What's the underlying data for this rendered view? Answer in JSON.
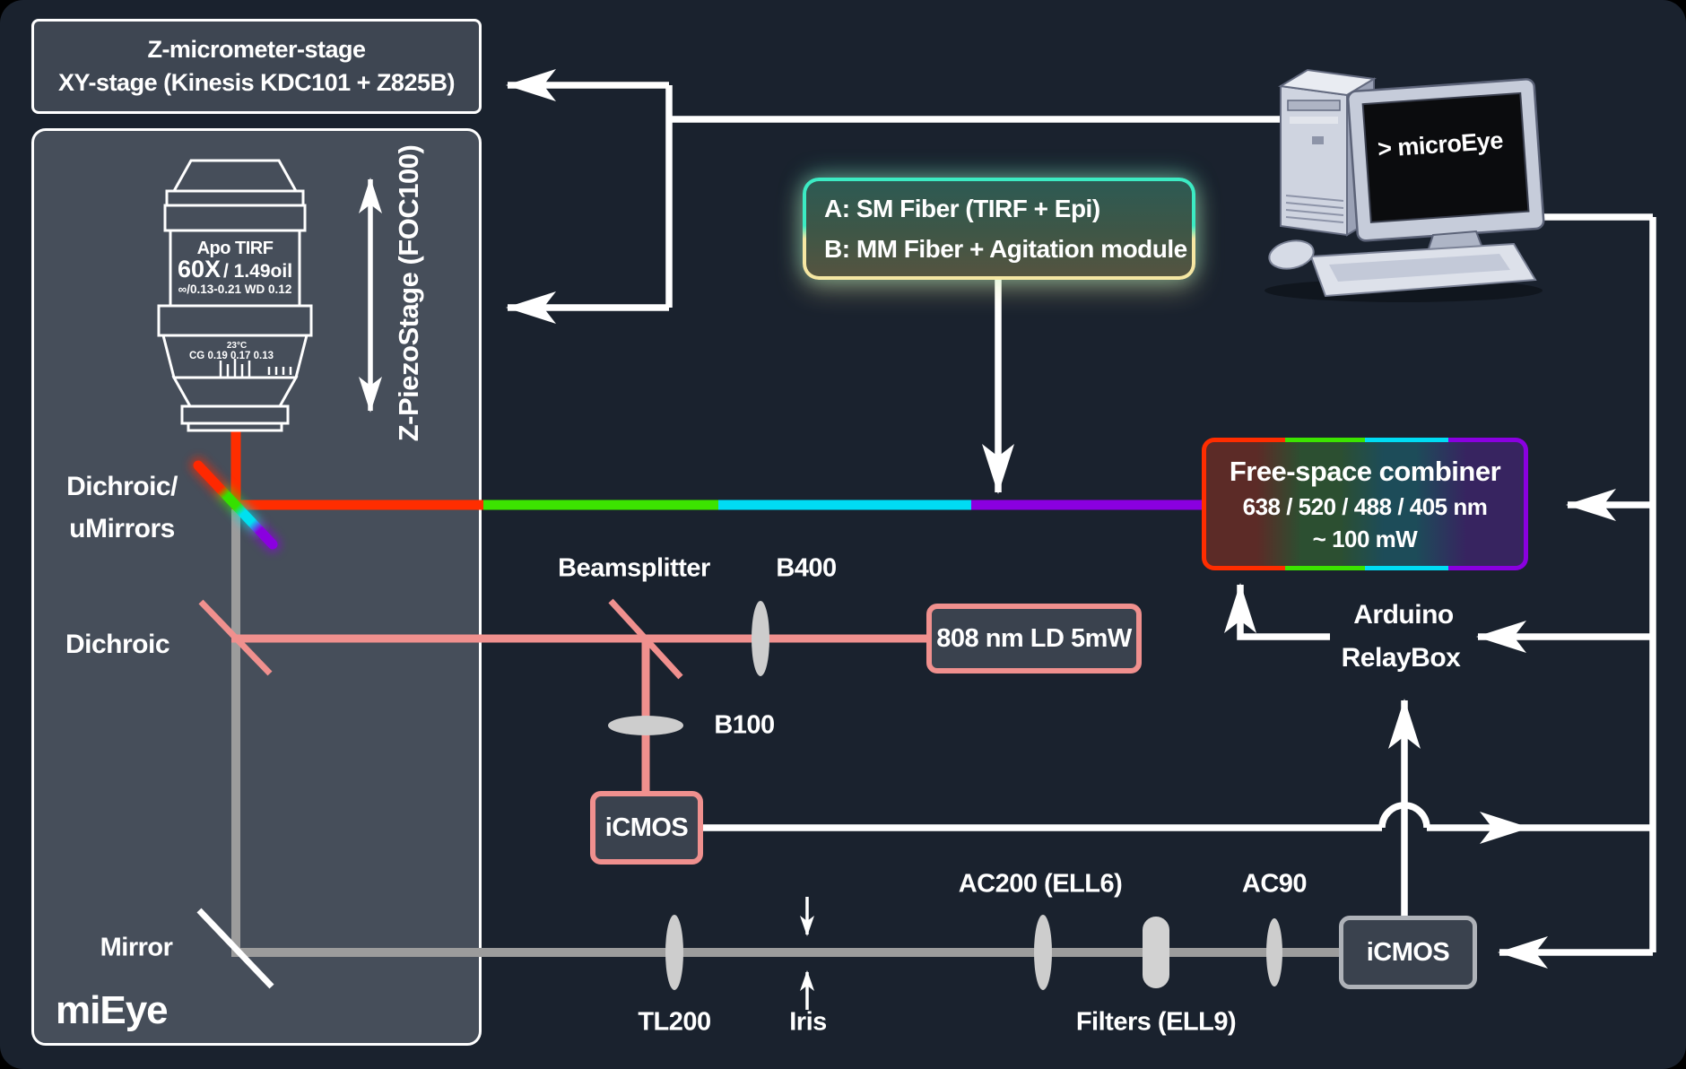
{
  "colors": {
    "red": "#ff2d00",
    "green": "#3ce400",
    "cyan": "#00dcf4",
    "purple": "#8a00e0",
    "pink": "#f0908e",
    "beam_gray": "#9c9c9c",
    "panel": "#464e5a",
    "background": "#1a222e"
  },
  "stage_box": {
    "line1": "Z-micrometer-stage",
    "line2": "XY-stage (Kinesis KDC101 + Z825B)"
  },
  "mieye": {
    "title": "miEye",
    "piezo_label": "Z-PiezoStage (FOC100)",
    "dichroic_mirrors_line1": "Dichroic/",
    "dichroic_mirrors_line2": "uMirrors",
    "dichroic": "Dichroic",
    "mirror": "Mirror"
  },
  "objective": {
    "name": "Apo TIRF",
    "mag": "60X",
    "na": "/ 1.49oil",
    "spec": "∞/0.13-0.21  WD  0.12",
    "temp": "23°C",
    "cg": "CG 0.19 0.17 0.13"
  },
  "fiber_box": {
    "line_a": "A: SM Fiber (TIRF + Epi)",
    "line_b": "B: MM Fiber + Agitation module"
  },
  "computer": {
    "screen_text": "> microEye"
  },
  "combiner": {
    "title": "Free-space combiner",
    "line2": "638 / 520 / 488 / 405 nm",
    "line3": "~ 100 mW"
  },
  "relay": {
    "line1": "Arduino",
    "line2": "RelayBox"
  },
  "laser": {
    "label": "808 nm LD 5mW"
  },
  "optics": {
    "beamsplitter": "Beamsplitter",
    "b400": "B400",
    "b100": "B100",
    "tl200": "TL200",
    "iris": "Iris",
    "ac200": "AC200 (ELL6)",
    "ac90": "AC90",
    "filters": "Filters (ELL9)"
  },
  "cameras": {
    "top": "iCMOS",
    "bottom": "iCMOS"
  }
}
